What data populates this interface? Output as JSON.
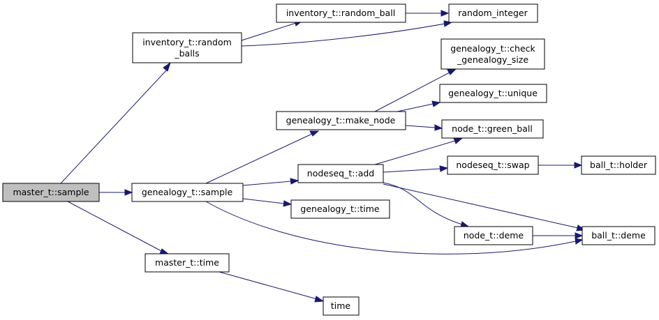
{
  "nodes": {
    "master_sample": {
      "label": "master_t::sample"
    },
    "inventory_random_balls": {
      "label_line1": "inventory_t::random",
      "label_line2": "_balls"
    },
    "inventory_random_ball": {
      "label": "inventory_t::random_ball"
    },
    "random_integer": {
      "label": "random_integer"
    },
    "genealogy_check_size": {
      "label_line1": "genealogy_t::check",
      "label_line2": "_genealogy_size"
    },
    "genealogy_unique": {
      "label": "genealogy_t::unique"
    },
    "genealogy_make_node": {
      "label": "genealogy_t::make_node"
    },
    "node_green_ball": {
      "label": "node_t::green_ball"
    },
    "genealogy_sample": {
      "label": "genealogy_t::sample"
    },
    "nodeseq_add": {
      "label": "nodeseq_t::add"
    },
    "nodeseq_swap": {
      "label": "nodeseq_t::swap"
    },
    "ball_holder": {
      "label": "ball_t::holder"
    },
    "genealogy_time": {
      "label": "genealogy_t::time"
    },
    "node_deme": {
      "label": "node_t::deme"
    },
    "ball_deme": {
      "label": "ball_t::deme"
    },
    "master_time": {
      "label": "master_t::time"
    },
    "time": {
      "label": "time"
    }
  },
  "colors": {
    "edge": "#191970",
    "root_fill": "#bfbfbf",
    "node_fill": "#ffffff",
    "node_stroke": "#000000"
  }
}
